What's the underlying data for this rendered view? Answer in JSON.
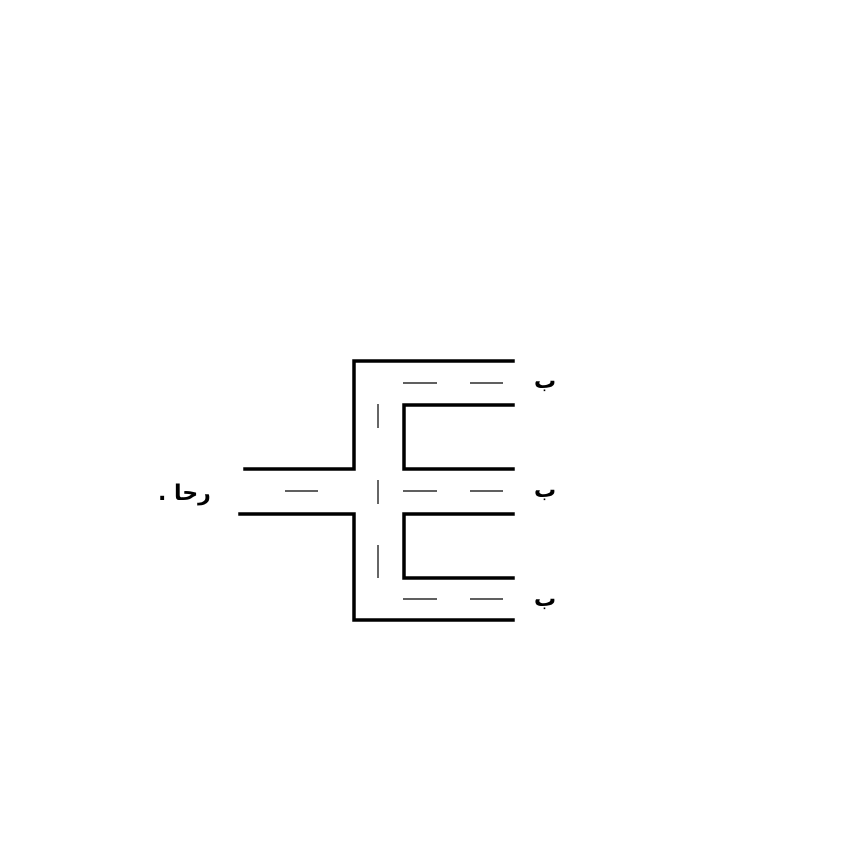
{
  "labels": {
    "origin": "رحا .",
    "exit_top": "ب",
    "exit_middle": "ب",
    "exit_bottom": "ب"
  },
  "colors": {
    "line": "#000000",
    "background": "#ffffff"
  }
}
